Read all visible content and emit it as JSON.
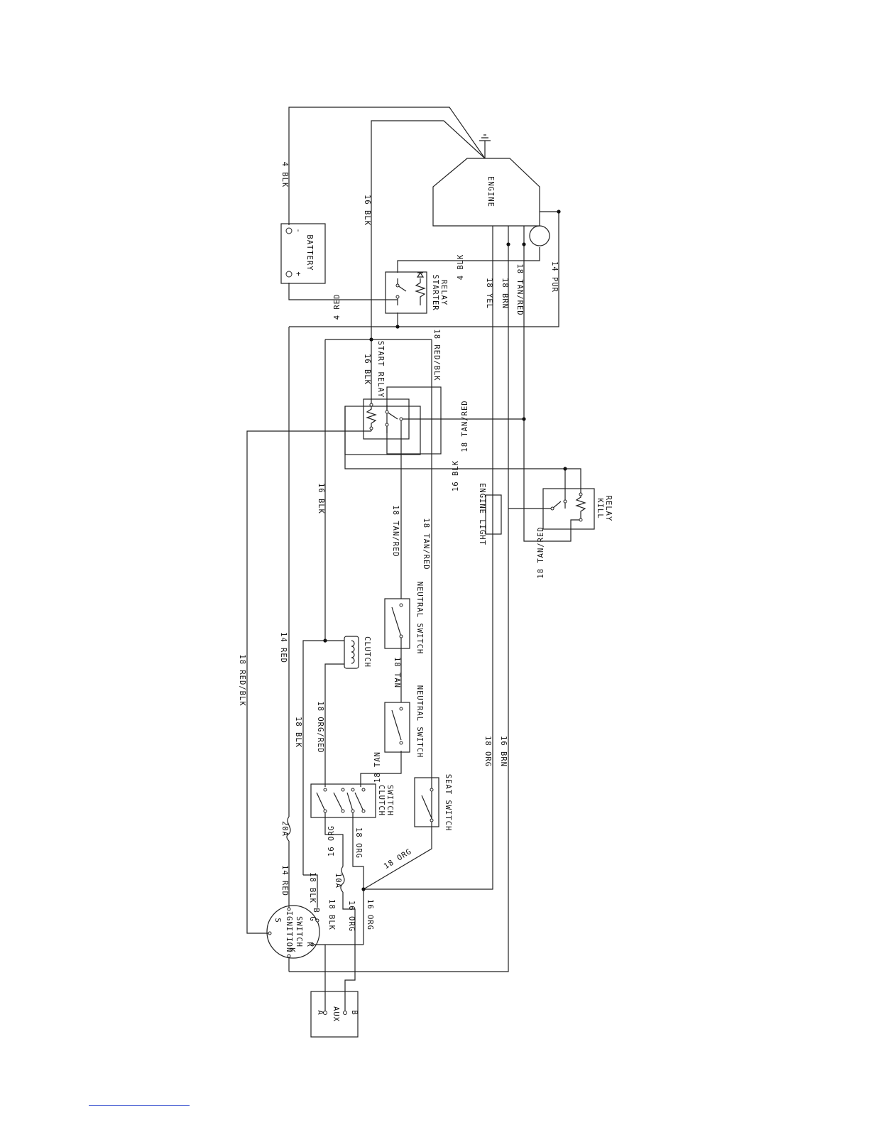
{
  "components": {
    "engine": "ENGINE",
    "battery": "BATTERY",
    "battery_pos": "+",
    "battery_neg": "-",
    "starter_relay": [
      "STARTER",
      "RELAY"
    ],
    "start_relay": "START RELAY",
    "kill_relay": [
      "KILL",
      "RELAY"
    ],
    "engine_light": "ENGINE LIGHT",
    "neutral_switch": "NEUTRAL SWITCH",
    "clutch": "CLUTCH",
    "clutch_switch": [
      "CLUTCH",
      "SWITCH"
    ],
    "seat_switch": "SEAT SWITCH",
    "ignition_switch": [
      "IGNITION",
      "SWITCH"
    ],
    "aux": "AUX",
    "aux_a": "A",
    "aux_b": "B",
    "fuse_20a": "20A",
    "fuse_10a": "10A"
  },
  "ignition_terminals": {
    "s": "S",
    "b": "B",
    "g": "G",
    "r": "R",
    "k": "K"
  },
  "wires": {
    "w4blk_top": "4 BLK",
    "w16blk_left": "16 BLK",
    "w4red": "4 RED",
    "w4blk_relay": "4 BLK",
    "w18yel": "18 YEL",
    "w18brn": "18 BRN",
    "w18tanred_engine": "18 TAN/RED",
    "w14pur": "14 PUR",
    "w18redblk_top": "18 RED/BLK",
    "w16blk_start": "16 BLK",
    "w18tanred_start": "18 TAN/RED",
    "w16blk_mid": "16 BLK",
    "w16blk_long": "16 BLK",
    "w18tanred_neutral": "18 TAN/RED",
    "w18tanred_seat": "18 TAN/RED",
    "w18tanred_kill": "18 TAN/RED",
    "w18redblk_left": "18 RED/BLK",
    "w14red_upper": "14 RED",
    "w18tan_1": "18 TAN",
    "w18tan_2": "18 TAN",
    "w18blk_1": "18 BLK",
    "w18orgred": "18 ORG/RED",
    "w18org_right": "18 ORG",
    "w16brn": "16 BRN",
    "w16org_1": "16 ORG",
    "w18org_1": "18 ORG",
    "w18org_diag": "18 ORG",
    "w14red_lower": "14 RED",
    "w18blk_2": "18 BLK",
    "w18blk_3": "18 BLK",
    "w16org_2": "16 ORG",
    "w16org_3": "16 ORG"
  }
}
